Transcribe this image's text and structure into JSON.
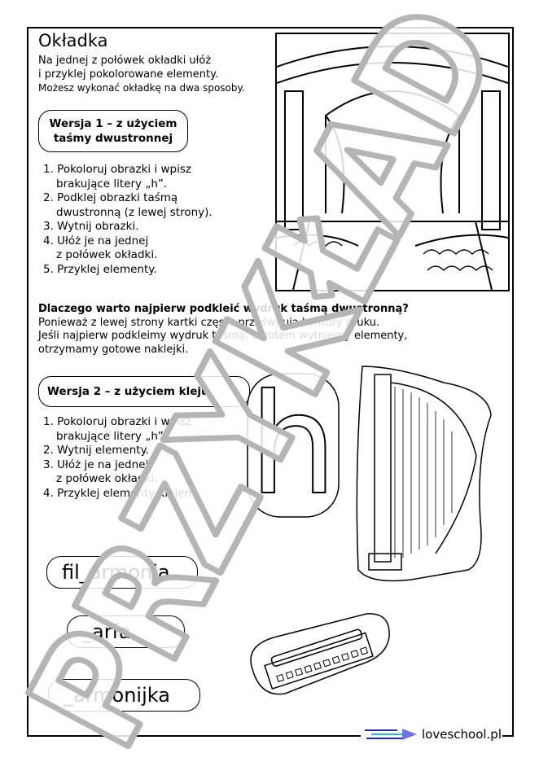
{
  "title": "Okładka",
  "intro": [
    "Na jednej z połówek okładki ułóż",
    "i przyklej pokolorowane elementy.",
    "Możesz wykonać okładkę na dwa sposoby."
  ],
  "version1": {
    "title_line1": "Wersja 1 – z użyciem",
    "title_line2": "taśmy dwustronnej",
    "steps": [
      [
        "1. Pokoloruj obrazki i wpisz",
        "brakujące litery „h”."
      ],
      [
        "2. Podklej obrazki taśmą",
        "dwustronną (z lewej strony)."
      ],
      [
        "3. Wytnij obrazki.",
        ""
      ],
      [
        "4. Ułóż je na jednej",
        "z połówek okładki."
      ],
      [
        "5. Przyklej elementy.",
        ""
      ]
    ]
  },
  "why": {
    "question": "Dlaczego warto najpierw podkleić wydruk taśmą dwustronną?",
    "answer": [
      "Ponieważ z lewej strony kartki często prześwitują kontury druku.",
      "Jeśli najpierw podkleimy wydruk taśmą, a potem wytniemy elementy,",
      "otrzymamy gotowe naklejki."
    ]
  },
  "version2": {
    "title": "Wersja 2 – z użyciem kleju",
    "steps": [
      [
        "1. Pokoloruj obrazki i wpisz",
        "brakujące litery „h”."
      ],
      [
        "2. Wytnij elementy.",
        ""
      ],
      [
        "3. Ułóż je na jednej",
        "z połówek okładki."
      ],
      [
        "4. Przyklej elementy klejem.",
        ""
      ]
    ]
  },
  "letter": "h",
  "words": [
    "fil_armonia",
    "_arfa",
    "_armonijka"
  ],
  "logo": "loveschool.pl",
  "watermark": "PRZYKŁAD"
}
